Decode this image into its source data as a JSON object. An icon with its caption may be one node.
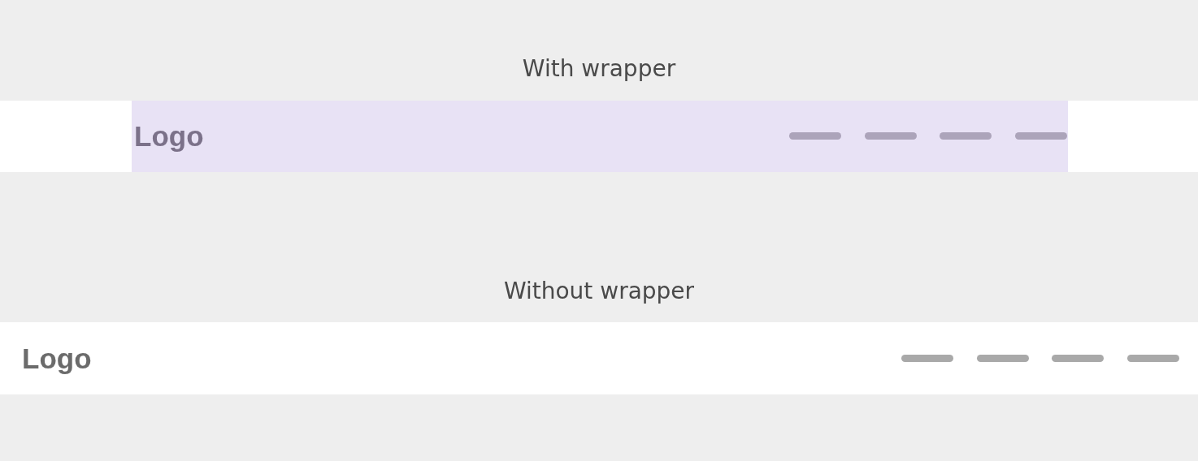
{
  "diagram": {
    "nodes": [
      {
        "text": [
          "With wrapper"
        ]
      },
      {
        "text": [
          "Logo"
        ],
        "in": 0
      },
      {
        "text": [],
        "shape": "bar",
        "in": 1
      },
      {
        "text": [],
        "shape": "bar",
        "in": 1
      },
      {
        "text": [],
        "shape": "bar",
        "in": 1
      },
      {
        "text": [],
        "shape": "bar",
        "in": 1
      },
      {
        "text": [
          "Without wrapper",
          "Logo"
        ]
      },
      {
        "text": [],
        "shape": "bar",
        "in": 6
      },
      {
        "text": [],
        "shape": "bar",
        "in": 6
      },
      {
        "text": [],
        "shape": "bar",
        "in": 6
      },
      {
        "text": [],
        "shape": "bar",
        "in": 6
      }
    ]
  }
}
